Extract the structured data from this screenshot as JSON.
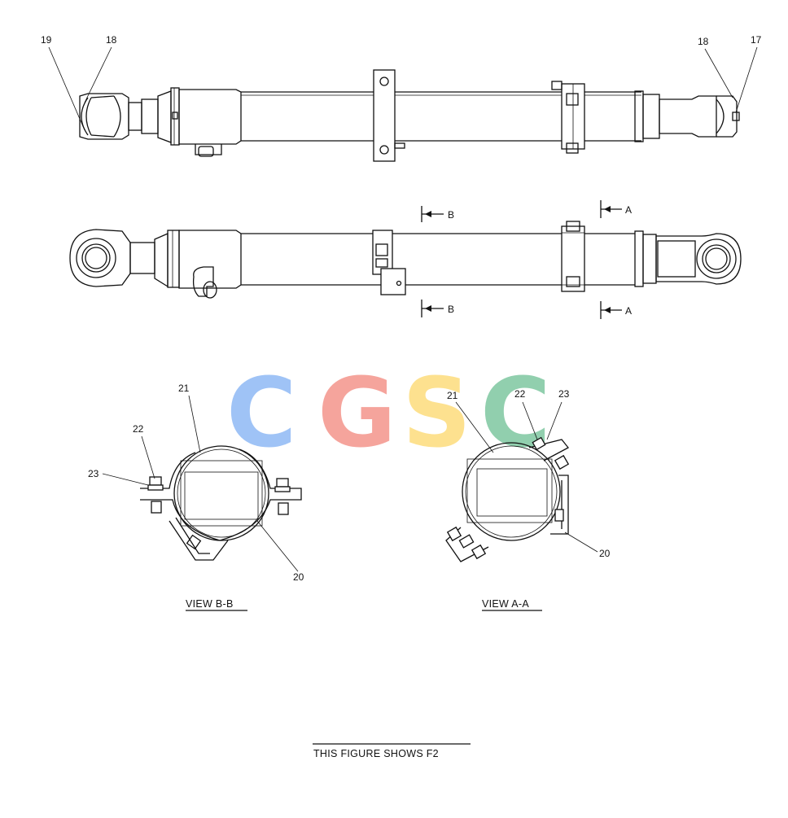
{
  "callouts": {
    "top_left_19": "19",
    "top_left_18": "18",
    "top_right_18": "18",
    "top_right_17": "17",
    "bb_21": "21",
    "bb_22": "22",
    "bb_23": "23",
    "bb_20": "20",
    "aa_21": "21",
    "aa_22": "22",
    "aa_23": "23",
    "aa_20": "20"
  },
  "section_marks": {
    "b_top": "B",
    "b_bottom": "B",
    "a_top": "A",
    "a_bottom": "A"
  },
  "views": {
    "bb_title": "VIEW  B-B",
    "aa_title": "VIEW  A-A"
  },
  "footer": {
    "note": "THIS FIGURE SHOWS  F2"
  },
  "watermark": {
    "letters": [
      "C",
      "G",
      "S",
      "C"
    ],
    "colors": [
      "#7fb0f4",
      "#f2867c",
      "#fdd86a",
      "#6dbf93"
    ]
  }
}
